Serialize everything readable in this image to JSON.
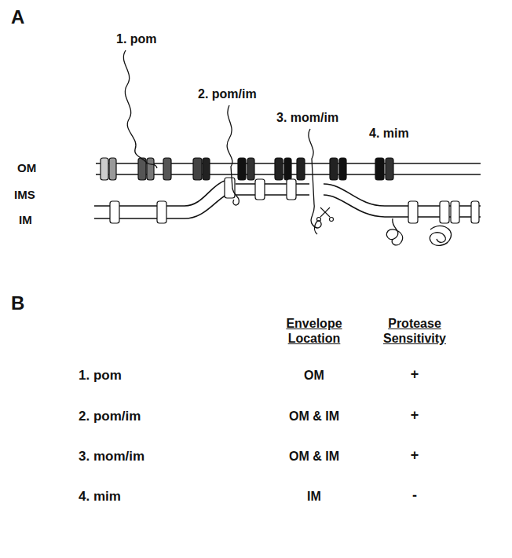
{
  "diagram": {
    "labels": [
      "A",
      "1. pom",
      "2. pom/im",
      "3. mom/im",
      "4. mim",
      "OM",
      "IMS",
      "IM",
      "B",
      "Envelope Location",
      "Protease Sensitivity",
      "1. pom",
      "OM",
      "+",
      "2. pom/im",
      "OM & IM",
      "+",
      "3. mom/im",
      "OM & IM",
      "+",
      "4. mim",
      "IM",
      "-"
    ]
  }
}
